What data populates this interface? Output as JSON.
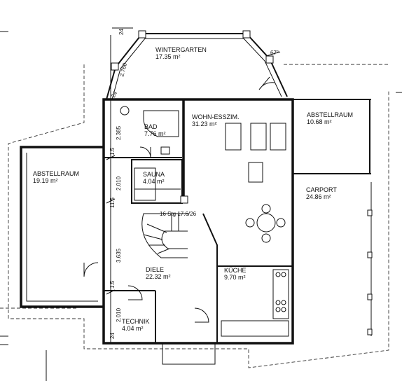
{
  "rooms": [
    {
      "name": "WINTERGARTEN",
      "area": "17.35 m²"
    },
    {
      "name": "BAD",
      "area": "7.76 m²"
    },
    {
      "name": "WOHN-ESSZIM.",
      "area": "31.23 m²"
    },
    {
      "name": "ABSTELLRAUM",
      "area": "10.68 m²"
    },
    {
      "name": "ABSTELLRAUM",
      "area": "19.19 m²"
    },
    {
      "name": "SAUNA",
      "area": "4.04 m²"
    },
    {
      "name": "CARPORT",
      "area": "24.86 m²"
    },
    {
      "name": "DIELE",
      "area": "22.32 m²"
    },
    {
      "name": "KÜCHE",
      "area": "9.70 m²"
    },
    {
      "name": "TECHNIK",
      "area": "4.04 m²"
    }
  ],
  "dimensions": {
    "d24_top": "24",
    "d2760": "2.760",
    "d24_mid": "24",
    "d2385": "2.385",
    "d15_a": "1.5",
    "d2010_a": "2.010",
    "d115": "11.5",
    "d3635": "3.635",
    "d15_b": "1.5",
    "d2010_b": "2.010",
    "d24_bottom": "24",
    "angle": "67°"
  },
  "stair_note": "16 Stg 17.6/26",
  "colors": {
    "ink": "#111111",
    "background": "#ffffff"
  }
}
